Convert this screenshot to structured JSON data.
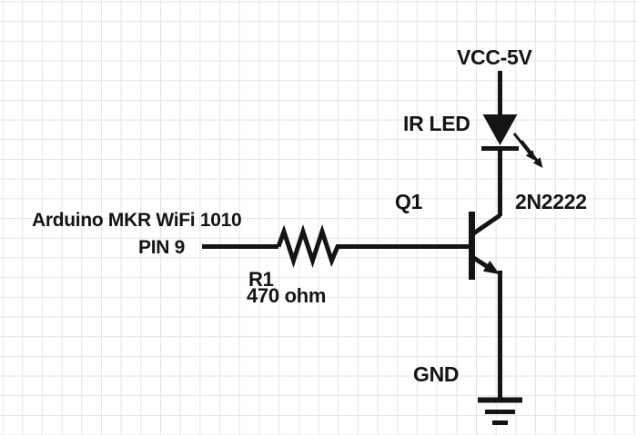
{
  "labels": {
    "vcc": "VCC-5V",
    "ir_led": "IR LED",
    "transistor_ref": "Q1",
    "transistor_part": "2N2222",
    "board": "Arduino MKR WiFi 1010",
    "pin": "PIN 9",
    "resistor_ref": "R1",
    "resistor_value": "470 ohm",
    "ground": "GND"
  },
  "components": [
    {
      "ref": "IR LED",
      "symbol": "led-diode-with-emission-arrows",
      "connects": [
        "VCC-5V",
        "Q1 collector"
      ]
    },
    {
      "ref": "Q1",
      "part": "2N2222",
      "symbol": "npn-transistor"
    },
    {
      "ref": "R1",
      "value": "470 ohm",
      "symbol": "resistor-zigzag",
      "connects": [
        "PIN 9",
        "Q1 base"
      ]
    },
    {
      "ref": "GND",
      "symbol": "earth-ground",
      "connects": [
        "Q1 emitter"
      ]
    }
  ],
  "colors": {
    "ink": "#141414",
    "grid": "#e4e4e8",
    "background": "#ffffff"
  }
}
